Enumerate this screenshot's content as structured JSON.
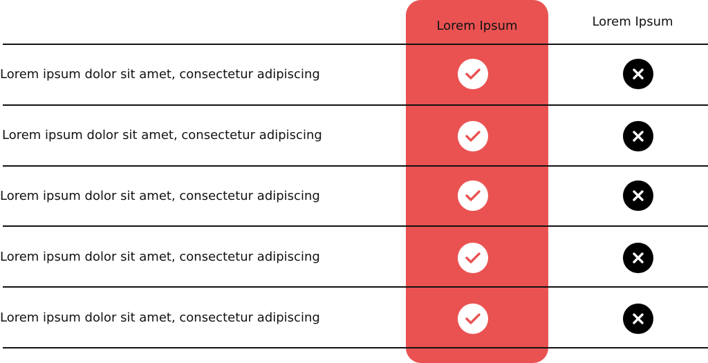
{
  "header": {
    "column_a": "Lorem Ipsum",
    "column_b": "Lorem Ipsum"
  },
  "rows": [
    {
      "label": "Lorem ipsum dolor sit amet, consectetur adipiscing",
      "a": "check-icon",
      "b": "cross-icon"
    },
    {
      "label": "Lorem ipsum dolor sit amet, consectetur adipiscing",
      "a": "check-icon",
      "b": "cross-icon"
    },
    {
      "label": "Lorem ipsum dolor sit amet, consectetur adipiscing",
      "a": "check-icon",
      "b": "cross-icon"
    },
    {
      "label": "Lorem ipsum dolor sit amet, consectetur adipiscing",
      "a": "check-icon",
      "b": "cross-icon"
    },
    {
      "label": "Lorem ipsum dolor sit amet, consectetur adipiscing",
      "a": "check-icon",
      "b": "cross-icon"
    }
  ],
  "colors": {
    "highlight": "#ea5252",
    "check_mark": "#ea5252",
    "cross_bg": "#000000",
    "text": "#111111"
  }
}
